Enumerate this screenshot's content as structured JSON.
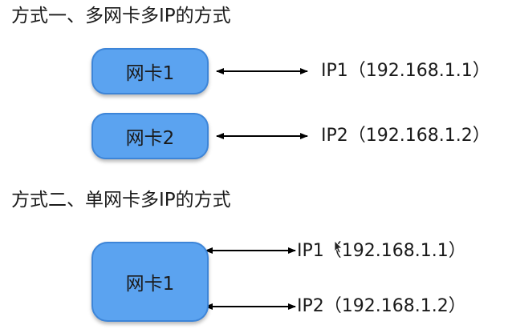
{
  "method1": {
    "heading": "方式一、多网卡多IP的方式",
    "nic_a": "网卡1",
    "nic_b": "网卡2",
    "ip_a": "IP1（192.168.1.1）",
    "ip_b": "IP2（192.168.1.2）"
  },
  "method2": {
    "heading": "方式二、单网卡多IP的方式",
    "nic": "网卡1",
    "ip_a": "IP1（192.168.1.1）",
    "ip_b": "IP2（192.168.1.2）"
  },
  "colors": {
    "nic_fill": "#5ba3f0",
    "nic_border": "#3d85d8",
    "arrow": "#000000"
  }
}
